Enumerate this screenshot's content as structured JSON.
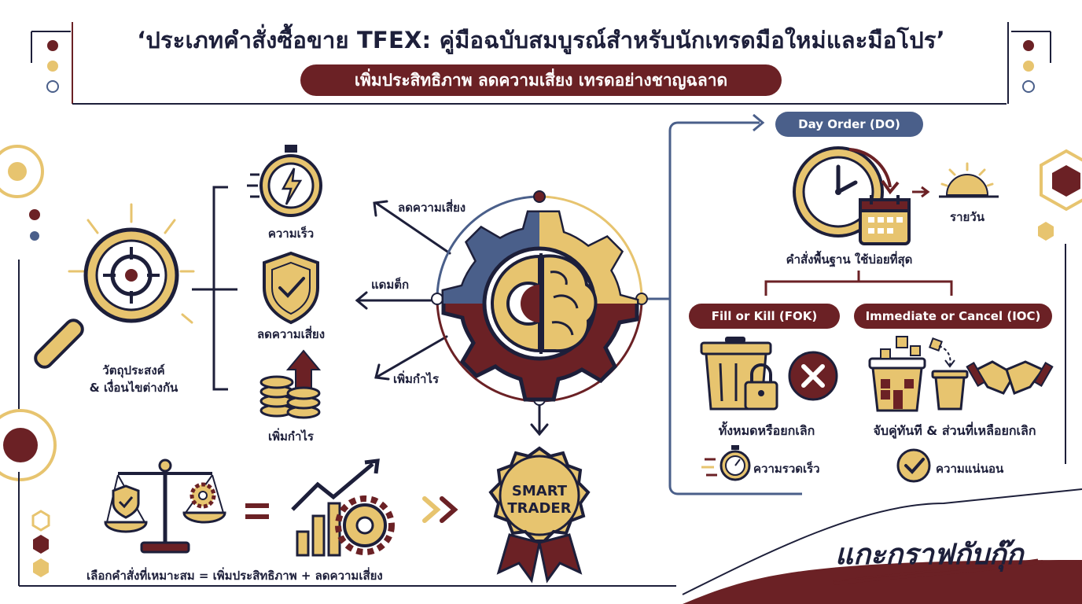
{
  "header": {
    "title": "‘ประเภทคำสั่งซื้อขาย TFEX: คู่มือฉบับสมบูรณ์สำหรับนักเทรดมือใหม่และมือโปร’",
    "subtitle": "เพิ่มประสิทธิภาพ ลดความเสี่ยง เทรดอย่างชาญฉลาด"
  },
  "left": {
    "objective_label": "วัตถุประสงค์\n& เงื่อนไขต่างกัน",
    "speed_label": "ความเร็ว",
    "risk_label": "ลดความเสี่ยง",
    "profit_label": "เพิ่มกำไร"
  },
  "center": {
    "arrow_reduce_risk": "ลดความเสี่ยง",
    "arrow_tradeoff": "แดมต็ก",
    "arrow_profit": "เพิ่มกำไร",
    "badge_line1": "SMART",
    "badge_line2": "TRADER"
  },
  "right": {
    "day_order": "Day Order (DO)",
    "daily": "รายวัน",
    "basic": "คำสั่งพื้นฐาน ใช้บ่อยที่สุด",
    "fok": "Fill or Kill (FOK)",
    "ioc": "Immediate or Cancel (IOC)",
    "fok_desc": "ทั้งหมดหรือยกเลิก",
    "ioc_desc": "จับคู่ทันที & ส่วนที่เหลือยกเลิก",
    "speed": "ความรวดเร็ว",
    "certainty": "ความแน่นอน"
  },
  "bottom": {
    "equation": "เลือกคำสั่งที่เหมาะสม = เพิ่มประสิทธิภาพ + ลดความเสี่ยง",
    "brand": "แกะกราฟกับกุ๊ก"
  },
  "colors": {
    "navy": "#1d1f3a",
    "maroon": "#6b2125",
    "gold": "#e7c46f",
    "slate": "#4a5f8a"
  }
}
